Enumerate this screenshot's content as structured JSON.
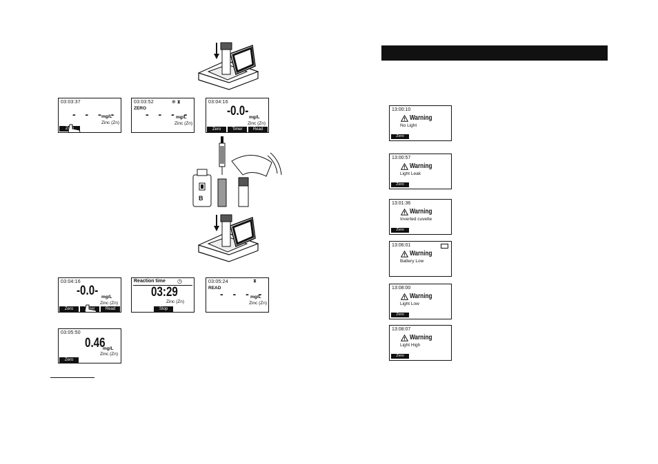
{
  "left_page": {
    "row1": [
      {
        "time": "03:03:37",
        "dashes": "- - - -",
        "unit": "mg/L",
        "param": "Zinc (Zn)",
        "buttons": [
          "Zero"
        ]
      },
      {
        "time": "03:03:52",
        "mode": "ZERO",
        "dashes": "- - - -",
        "unit": "mg/L",
        "param": "Zinc (Zn)",
        "icons": "⊕ ⧗"
      },
      {
        "time": "03:04:16",
        "value": "-0.0-",
        "unit": "mg/L",
        "param": "Zinc (Zn)",
        "buttons": [
          "Zero",
          "Timer",
          "Read"
        ]
      }
    ],
    "row2": [
      {
        "time": "03:04:16",
        "value": "-0.0-",
        "unit": "mg/L",
        "param": "Zinc (Zn)",
        "buttons": [
          "Zero",
          "Timer",
          "Read"
        ]
      },
      {
        "title": "Reaction time",
        "timer": "03:29",
        "param": "Zinc (Zn)",
        "buttons": [
          "Stop"
        ]
      },
      {
        "time": "03:05:24",
        "mode": "READ",
        "dashes": "- - - -",
        "unit": "mg/L",
        "param": "Zinc (Zn)",
        "icons": "⧗"
      }
    ],
    "row3": [
      {
        "time": "03:05:50",
        "value": "0.46",
        "unit": "mg/L",
        "param": "Zinc (Zn)",
        "buttons": [
          "Zero"
        ]
      }
    ],
    "bottle_label": "B"
  },
  "right_page": {
    "warnings": [
      {
        "time": "13:00:10",
        "title": "Warning",
        "message": "No Light",
        "button": "Zero"
      },
      {
        "time": "13:00:57",
        "title": "Warning",
        "message": "Light Leak",
        "button": "Zero"
      },
      {
        "time": "13:01:36",
        "title": "Warning",
        "message": "Inverted cuvette",
        "button": "Zero"
      },
      {
        "time": "13:06:01",
        "title": "Warning",
        "message": "Battery Low",
        "button": ""
      },
      {
        "time": "13:08:00",
        "title": "Warning",
        "message": "Light Low",
        "button": "Zero"
      },
      {
        "time": "13:08:07",
        "title": "Warning",
        "message": "Light High",
        "button": "Zero"
      }
    ]
  }
}
